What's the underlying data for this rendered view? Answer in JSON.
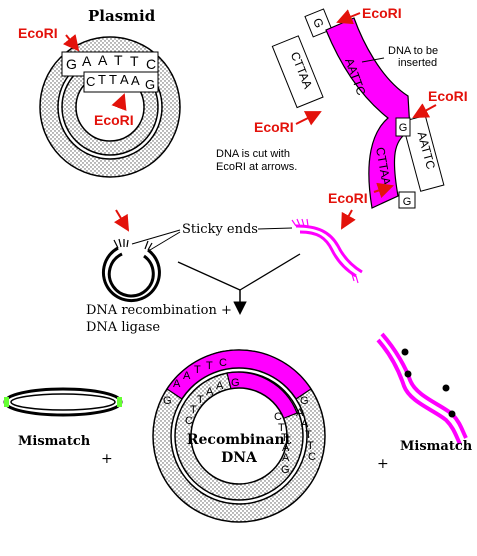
{
  "colors": {
    "arrow_red": "#e3120b",
    "insert_magenta": "#ff00ff",
    "stipple_gray": "#c8c8c8",
    "mismatch_green": "#66ff33",
    "ink": "#000000"
  },
  "plasmid": {
    "title": "Plasmid",
    "top_bases": [
      "G",
      "A",
      "A",
      "T",
      "T",
      "C"
    ],
    "bottom_bases": [
      "C",
      "T",
      "T",
      "A",
      "A",
      "G"
    ],
    "ecori_top": "EcoRI",
    "ecori_bottom": "EcoRI"
  },
  "insert": {
    "label_line1": "DNA to be",
    "label_line2": "inserted",
    "ecori_right": "EcoRI",
    "ecori_left": "EcoRI",
    "ecori_low": "EcoRI",
    "top_end_left_strand": "G",
    "top_end_right_strand": "CTTAA",
    "top_end_magenta": "AATTC",
    "bottom_end_magenta": "CTTAA",
    "bottom_end_left_strand": "G",
    "bottom_end_right_strand": "AATTC",
    "bottom_end_g": "G",
    "cut_note_line1": "DNA is cut with",
    "cut_note_line2": "EcoRI at arrows."
  },
  "sticky_ends": {
    "label": "Sticky ends"
  },
  "ligation": {
    "line1": "DNA recombination +",
    "line2": "DNA ligase"
  },
  "recombinant": {
    "title_line1": "Recombinant",
    "title_line2": "DNA",
    "left_outer": [
      "A",
      "A",
      "T",
      "T",
      "C"
    ],
    "left_inner": [
      "C",
      "T",
      "T",
      "A",
      "A"
    ],
    "left_g_outer": "G",
    "left_g_inner": "G",
    "right_outer": [
      "A",
      "A",
      "T",
      "T",
      "C"
    ],
    "right_inner": [
      "C",
      "T",
      "T",
      "A",
      "A"
    ],
    "right_g_outer": "G",
    "right_g_inner": "G"
  },
  "mismatch": {
    "left_label": "Mismatch",
    "right_label": "Mismatch",
    "plus": "+"
  }
}
